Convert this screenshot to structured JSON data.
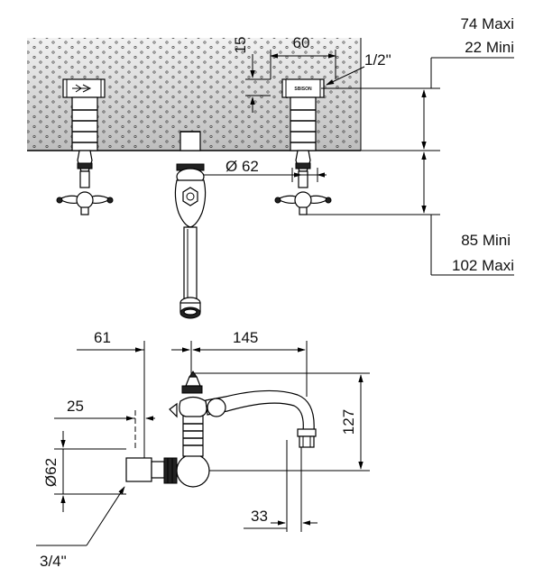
{
  "top_view": {
    "dim_height_15": "15",
    "dim_width_60": "60",
    "dim_thread_half": "1/2\"",
    "dim_diameter_62": "Ø 62",
    "label_74_maxi": "74 Maxi",
    "label_22_mini": "22 Mini",
    "label_85_mini": "85 Mini",
    "label_102_maxi": "102 Maxi",
    "valve_logo": "SBISON"
  },
  "side_view": {
    "dim_61": "61",
    "dim_145": "145",
    "dim_25": "25",
    "dim_127": "127",
    "dim_diameter_62": "Ø62",
    "dim_33": "33",
    "dim_thread_three_quarter": "3/4\""
  },
  "colors": {
    "line": "#000000",
    "wall_fill": "#d0d0d0",
    "background": "#ffffff"
  }
}
